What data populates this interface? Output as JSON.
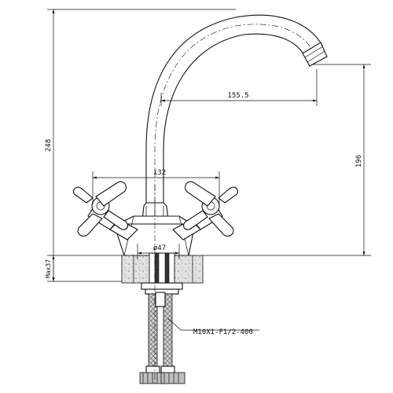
{
  "dimensions": {
    "total_height": "248",
    "spout_height": "196",
    "spout_reach": "155.5",
    "handle_span": "132",
    "base_diameter": "ø47",
    "max_thickness": "Max37",
    "hose_spec": "M10X1-F1/2-400"
  }
}
